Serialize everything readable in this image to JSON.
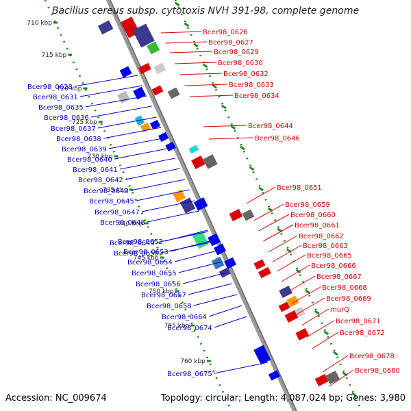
{
  "header": {
    "title": "Bacillus cereus subsp. cytotoxis NVH 391-98, complete genome"
  },
  "footer": {
    "accession": "Accession: NC_009674",
    "topology": "Topology: circular; Length: 4,087,024 bp; Genes: 3,980"
  },
  "colors": {
    "backbone": "#888888",
    "ticks": "#1f8a1f",
    "forward_label": "#d40000",
    "reverse_label": "#0000cc"
  },
  "scale_labels": [
    "710 kbp",
    "715 kbp",
    "720 kbp",
    "725 kbp",
    "730 kbp",
    "735 kbp",
    "740 kbp",
    "745 kbp",
    "750 kbp",
    "755 kbp",
    "760 kbp"
  ],
  "forward_genes": [
    "Bcer98_0626",
    "Bcer98_0627",
    "Bcer98_0629",
    "Bcer98_0630",
    "Bcer98_0632",
    "Bcer98_0633",
    "Bcer98_0634",
    "Bcer98_0644",
    "Bcer98_0646",
    "Bcer98_0651",
    "Bcer98_0659",
    "Bcer98_0660",
    "Bcer98_0661",
    "Bcer98_0662",
    "Bcer98_0663",
    "Bcer98_0665",
    "Bcer98_0666",
    "Bcer98_0667",
    "Bcer98_0668",
    "Bcer98_0669",
    "murQ",
    "Bcer98_0671",
    "Bcer98_0672",
    "Bcer98_0678",
    "Bcer98_0680"
  ],
  "reverse_genes": [
    "Bcer98_0628",
    "Bcer98_0631",
    "Bcer98_0635",
    "Bcer98_0636",
    "Bcer98_0637",
    "Bcer98_0638",
    "Bcer98_0639",
    "Bcer98_0640",
    "Bcer98_0641",
    "Bcer98_0642",
    "Bcer98_0643",
    "Bcer98_0645",
    "Bcer98_0647",
    "Bcer98_0648",
    "Bcer98_0649",
    "Bcer98_0650",
    "Bcer98_0652",
    "Bcer98_0653",
    "Bcer98_0654",
    "Bcer98_0655",
    "Bcer98_0656",
    "Bcer98_0657",
    "Bcer98_0658",
    "Bcer98_0664",
    "Bcer98_0674",
    "Bcer98_0675"
  ]
}
